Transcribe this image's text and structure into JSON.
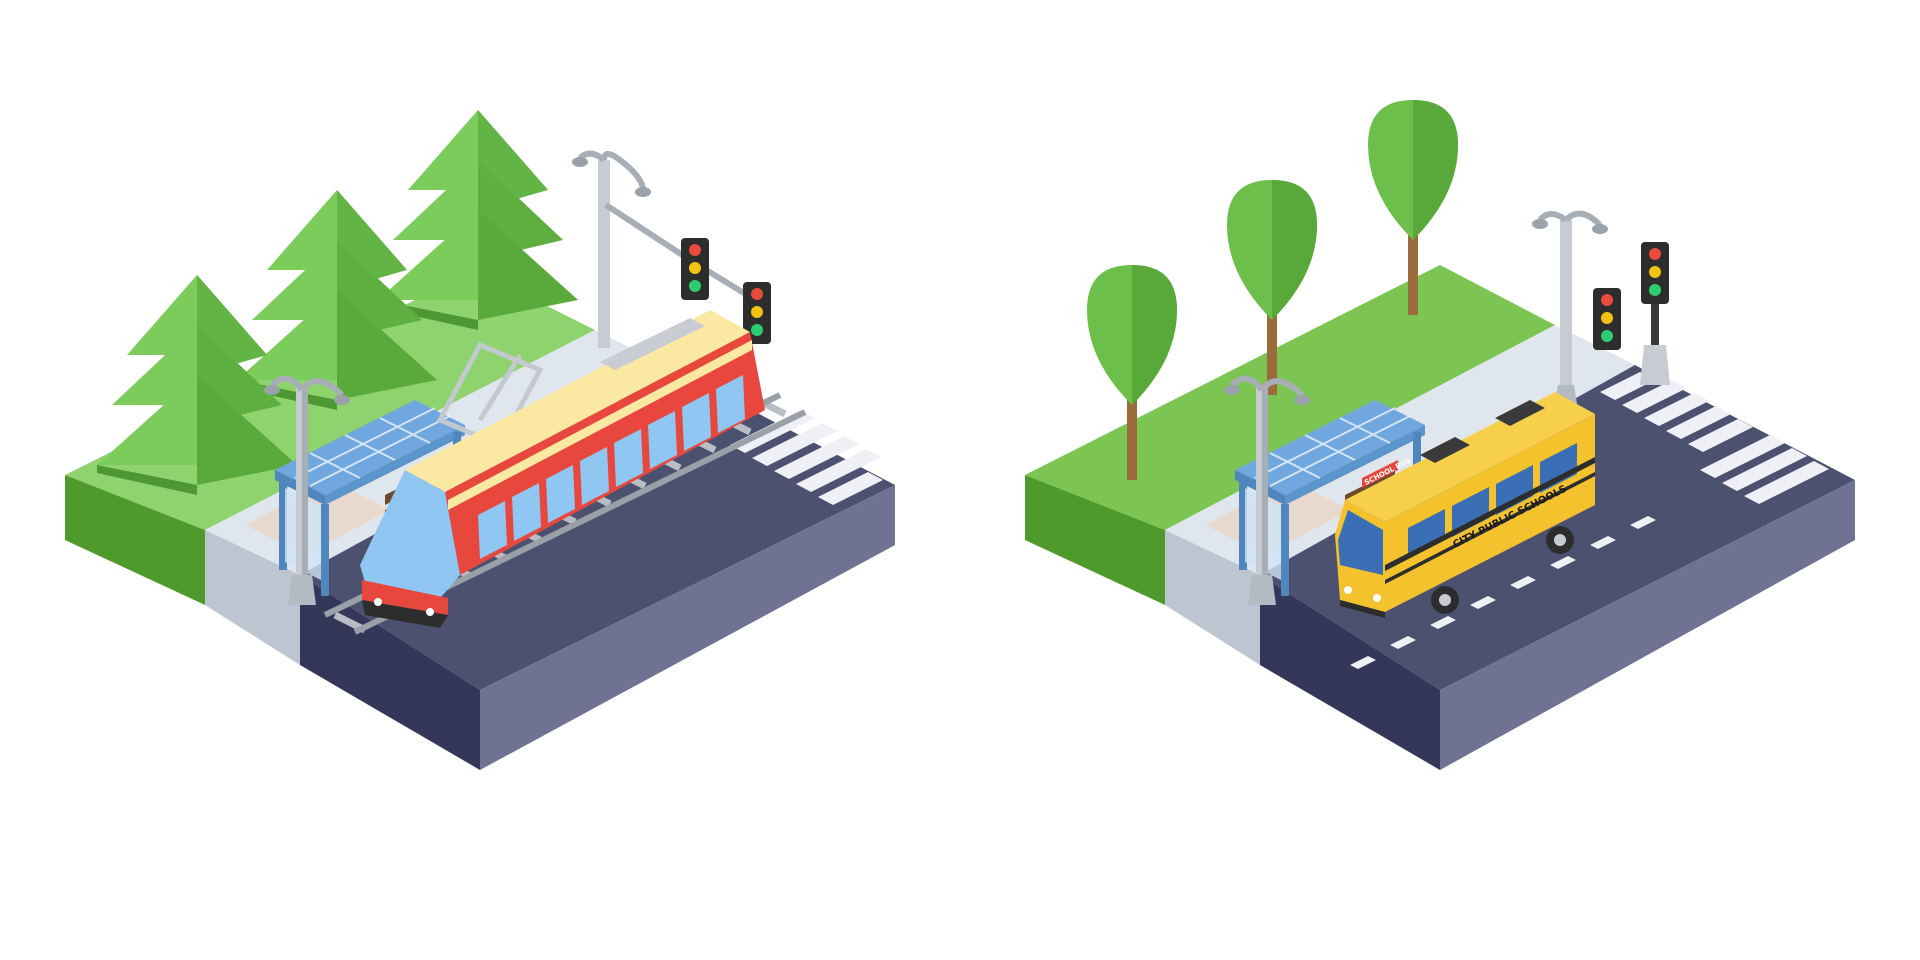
{
  "colors": {
    "background": "#ffffff",
    "grass_light": "#8fd36f",
    "grass_mid": "#6cbf4a",
    "grass_dark": "#4f9a2c",
    "sidewalk": "#dfe6ee",
    "road_top": "#4d5170",
    "road_side_left": "#34375a",
    "road_side_right": "#6f7292",
    "tram_red": "#e8473e",
    "tram_yellow": "#fbe9a3",
    "tram_window": "#8fc6f2",
    "bus_yellow": "#f3c22c",
    "bus_window": "#3a6fb5",
    "shelter_blue": "#6fa7de",
    "lamp_gray": "#bfc4cc"
  },
  "scenes": [
    {
      "vehicle": "tram",
      "icons": [
        "pine-tree-icon",
        "bus-shelter-icon",
        "street-lamp-icon",
        "traffic-light-icon",
        "rail-track-icon",
        "crosswalk-icon"
      ]
    },
    {
      "vehicle": "school-bus",
      "icons": [
        "round-tree-icon",
        "bus-shelter-icon",
        "street-lamp-icon",
        "traffic-light-icon",
        "road-markings-icon",
        "crosswalk-icon"
      ],
      "bus_sign": "SCHOOL BUS",
      "bus_side_text": "CITY PUBLIC SCHOOLS"
    }
  ]
}
